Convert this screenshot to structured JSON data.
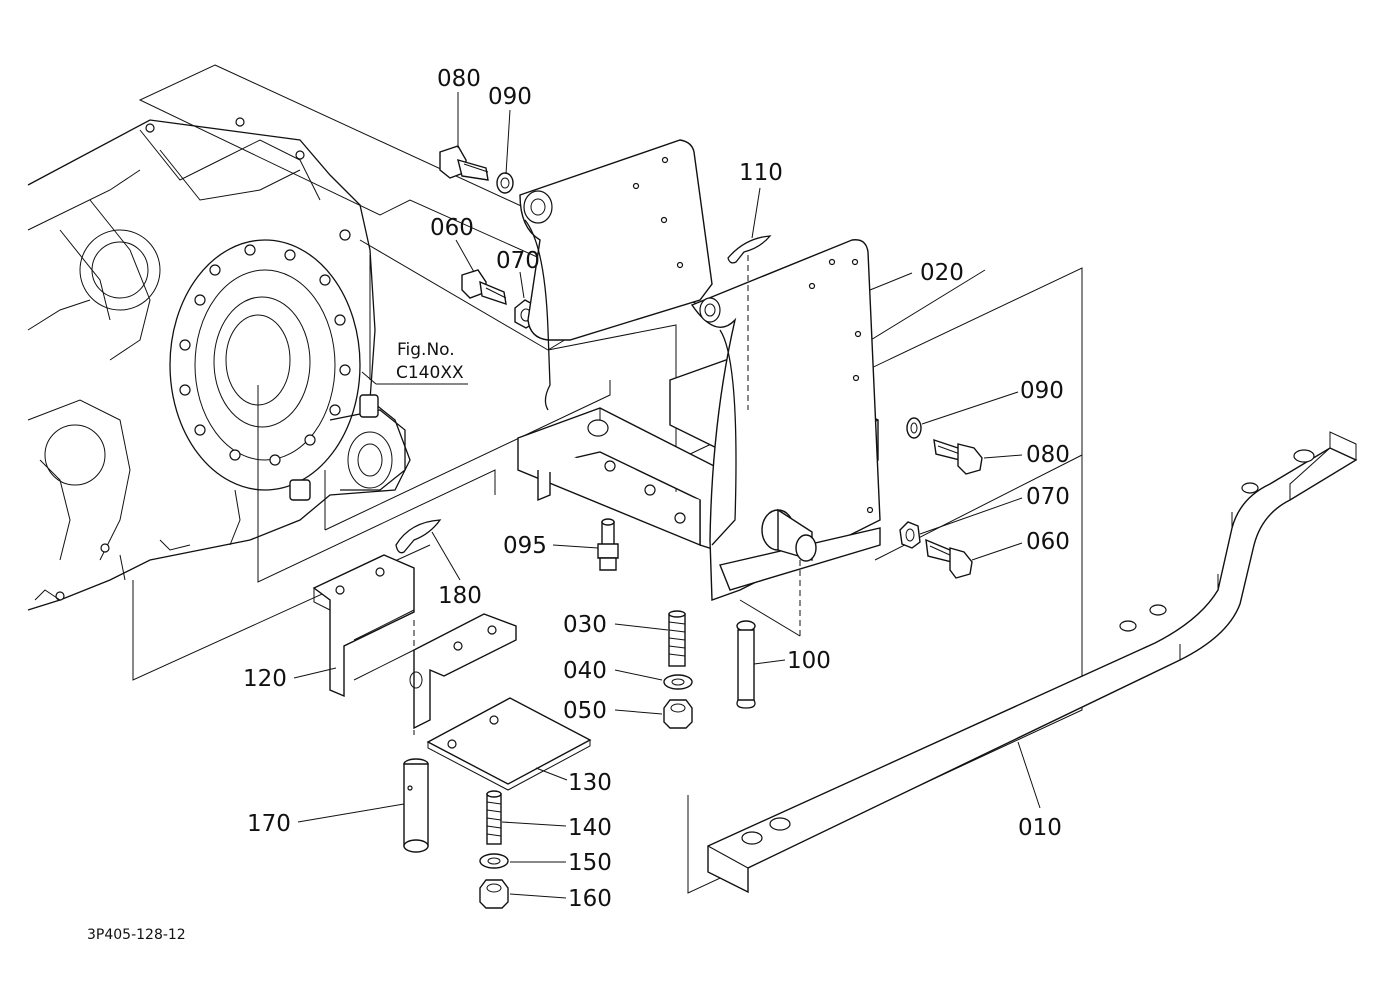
{
  "labels": {
    "p080a": "080",
    "p090a": "090",
    "p060a": "060",
    "p070a": "070",
    "p110": "110",
    "p020": "020",
    "p090b": "090",
    "p080b": "080",
    "p070b": "070",
    "p060b": "060",
    "p095": "095",
    "p030": "030",
    "p040": "040",
    "p050": "050",
    "p100": "100",
    "p180": "180",
    "p120": "120",
    "p130": "130",
    "p140": "140",
    "p150": "150",
    "p160": "160",
    "p170": "170",
    "p010": "010"
  },
  "figure_ref": {
    "line1": "Fig.No.",
    "line2": "C140XX"
  },
  "drawing_code": "3P405-128-12"
}
